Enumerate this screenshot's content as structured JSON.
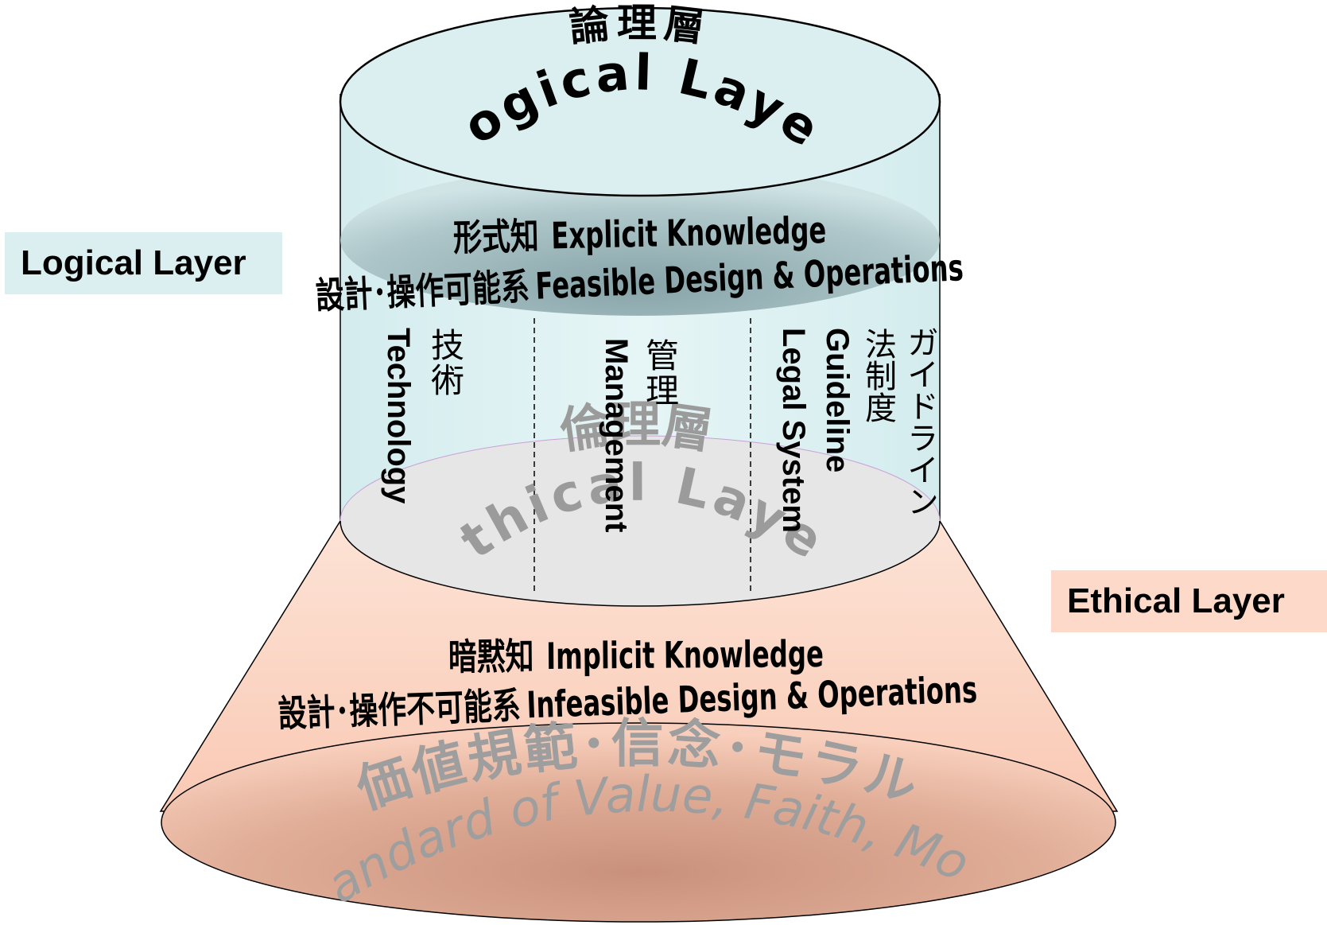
{
  "side_labels": {
    "logical": "Logical Layer",
    "ethical": "Ethical Layer"
  },
  "top_cap": {
    "jp": "論理層",
    "en": "Logical Layer"
  },
  "explicit": {
    "line1_jp": "形式知",
    "line1_en": "Explicit Knowledge",
    "line2_jp": "設計･操作可能系",
    "line2_en": "Feasible Design & Operations"
  },
  "columns": [
    {
      "jp": "技術",
      "en": "Technology"
    },
    {
      "jp": "管理",
      "en": "Management"
    },
    {
      "jp": "法制度",
      "en": "Legal System",
      "jp2": "ガイドライン",
      "en2": "Guideline"
    }
  ],
  "ethical_disc": {
    "jp": "倫理層",
    "en": "Ethical Layer"
  },
  "implicit": {
    "line1_jp": "暗黙知",
    "line1_en": "Implicit Knowledge",
    "line2_jp": "設計･操作不可能系",
    "line2_en": "Infeasible Design & Operations"
  },
  "base": {
    "jp": "価値規範･信念･モラル",
    "en": "Standard of Value, Faith, Moral"
  },
  "colors": {
    "cylinder_fill": "#dbeff0",
    "explicit_disc": "#8fa9ad",
    "ethical_disc": "#e6e6e6",
    "cone_fill": "#fcd8c7",
    "base_fill": "#d9a48e"
  }
}
